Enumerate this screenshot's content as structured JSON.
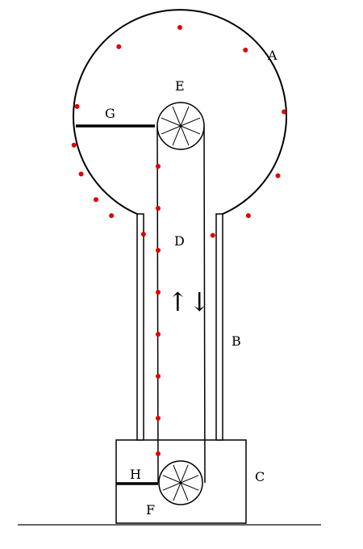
{
  "diagram": {
    "labels": {
      "A": "A",
      "B": "B",
      "C": "C",
      "D": "D",
      "E": "E",
      "F": "F",
      "G": "G",
      "H": "H"
    },
    "belt_direction": "↑↓"
  },
  "colors": {
    "line": "#000000",
    "charge": "#e00000",
    "background": "#ffffff"
  }
}
